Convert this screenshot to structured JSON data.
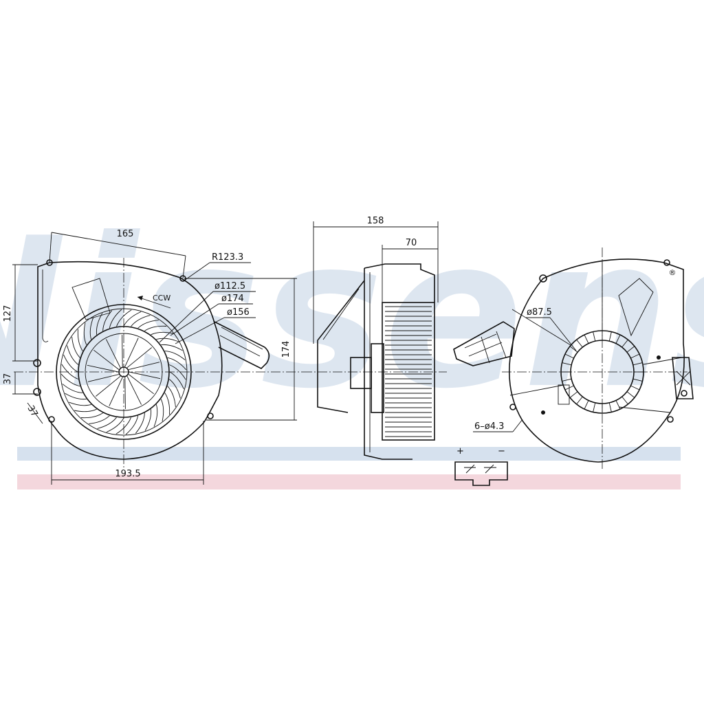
{
  "watermark": {
    "text": "Nissens",
    "registered_mark": "®",
    "band_colors": {
      "blue": "#d6e1ee",
      "pink": "#f4d7dd",
      "text": "#d2deec"
    }
  },
  "front_view": {
    "dims": {
      "width_top": "165",
      "radius": "R123.3",
      "dia_1": "ø112.5",
      "dia_2": "ø174",
      "dia_3": "ø156",
      "height_left": "127",
      "lower_left": "37",
      "slanted": "37",
      "height_right": "174",
      "width_bottom": "193.5"
    },
    "rotation_label": "CCW"
  },
  "side_view": {
    "dims": {
      "overall": "158",
      "fan_depth": "70"
    }
  },
  "rear_view": {
    "dims": {
      "dia_outlet": "ø87.5",
      "holes": "6–ø4.3"
    }
  },
  "connector": {
    "plus": "+",
    "minus": "−"
  }
}
